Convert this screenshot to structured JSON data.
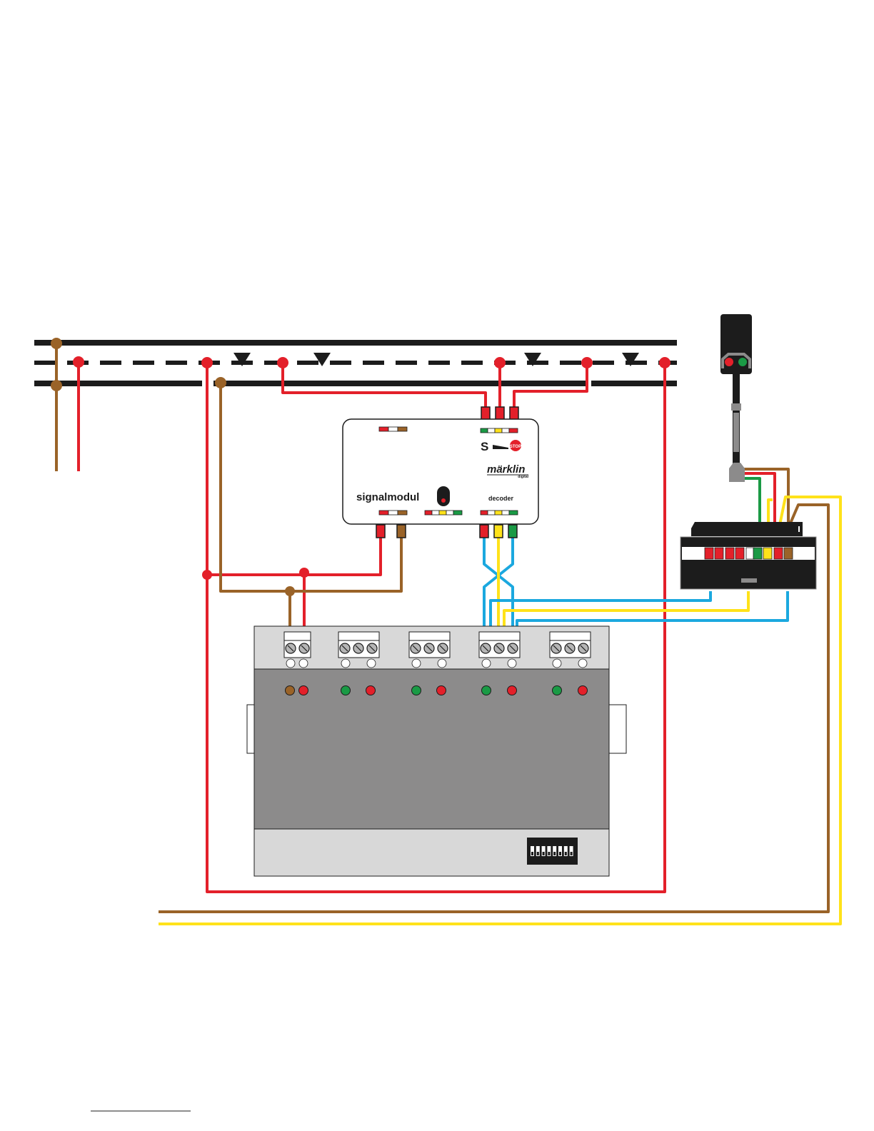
{
  "colors": {
    "red": "#e3202a",
    "brown": "#9a6328",
    "yellow": "#ffe21a",
    "blue": "#1ba8df",
    "green": "#1a9a45",
    "black": "#1c1c1c",
    "module_gray": "#8c8b8b",
    "module_light": "#d8d8d8",
    "white": "#ffffff"
  },
  "signal_module": {
    "name_label": "signalmodul",
    "decoder_label": "decoder",
    "brand_label": "märklin",
    "brand_sub": "digital",
    "s_label": "S",
    "stop_label": "STOP"
  },
  "signal": {
    "lamps": [
      "red",
      "green"
    ]
  },
  "signal_base": {
    "plug_colors": [
      "red",
      "red",
      "red",
      "red",
      "white",
      "green",
      "yellow",
      "red",
      "brown"
    ]
  },
  "switch_decoder": {
    "terminal_blocks": 5,
    "led_pairs": [
      [
        "brown",
        "red"
      ],
      [
        "green",
        "red"
      ],
      [
        "green",
        "red"
      ],
      [
        "green",
        "red"
      ],
      [
        "green",
        "red"
      ]
    ]
  }
}
